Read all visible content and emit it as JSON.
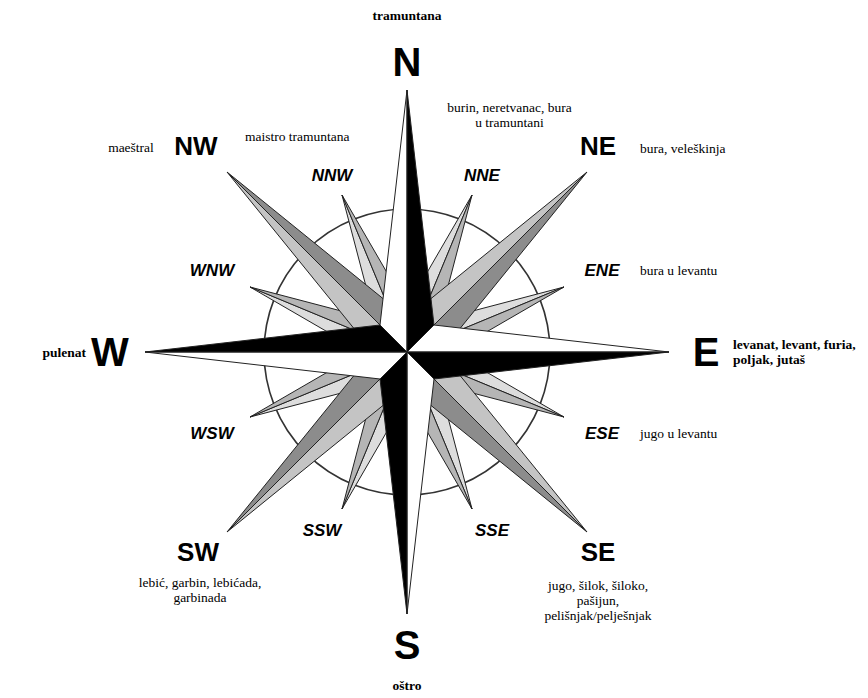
{
  "diagram": {
    "labels": [
      "tramuntana",
      "N",
      "maeštral",
      "NW",
      "maistro tramuntana",
      "burin, neretvanac, bura u tramuntani",
      "NE",
      "bura, veleškinja",
      "NNW",
      "NNE",
      "WNW",
      "ENE",
      "bura u levantu",
      "pulenat",
      "W",
      "E",
      "levanat, levant, furia, poljak, jutaš",
      "WSW",
      "ESE",
      "jugo u levantu",
      "SSW",
      "SSE",
      "SW",
      "SE",
      "lebić, garbin, lebićada, garbinada",
      "jugo, šilok, šiloko, pašijun, pelišnjak/pelješnjak",
      "S",
      "oštro"
    ]
  }
}
